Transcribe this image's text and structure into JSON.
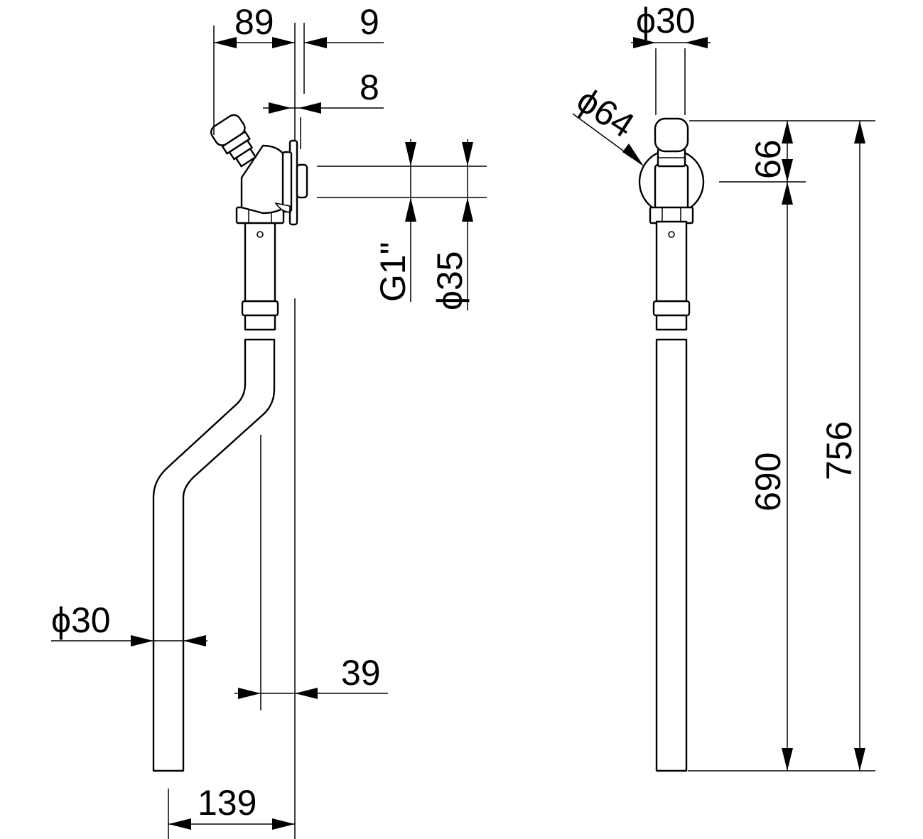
{
  "dimensions": {
    "side_view": {
      "top_offset": "89",
      "flange_thickness": "9",
      "flange_gap": "8",
      "thread": "G1\"",
      "connection_diameter": "ϕ35",
      "pipe_diameter": "ϕ30",
      "pipe_offset": "39",
      "overall_offset": "139"
    },
    "front_view": {
      "pipe_diameter": "ϕ30",
      "rosette_diameter": "ϕ64",
      "head_height": "66",
      "pipe_length": "690",
      "overall_length": "756"
    }
  }
}
